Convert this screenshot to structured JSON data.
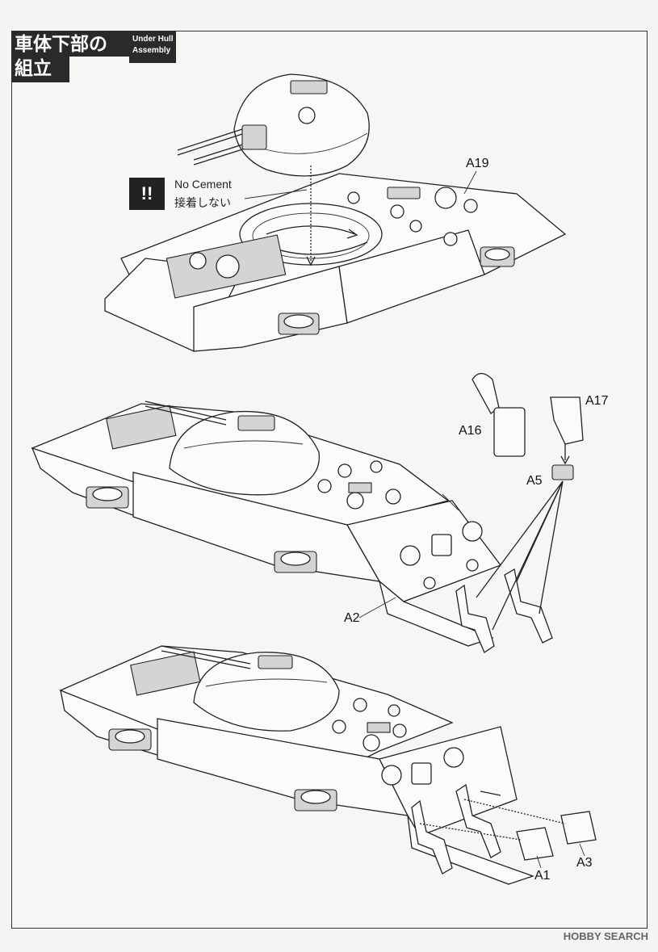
{
  "header": {
    "title_jp_line1": "車体下部の",
    "title_jp_line2": "組立",
    "title_en_line1": "Under Hull",
    "title_en_line2": "Assembly"
  },
  "warning": {
    "icon": "!!",
    "text_en": "No Cement",
    "text_jp": "接着しない"
  },
  "parts": {
    "a19": "A19",
    "a17": "A17",
    "a16": "A16",
    "a5": "A5",
    "a2": "A2",
    "a1": "A1",
    "a3": "A3"
  },
  "watermark": "HOBBY SEARCH"
}
